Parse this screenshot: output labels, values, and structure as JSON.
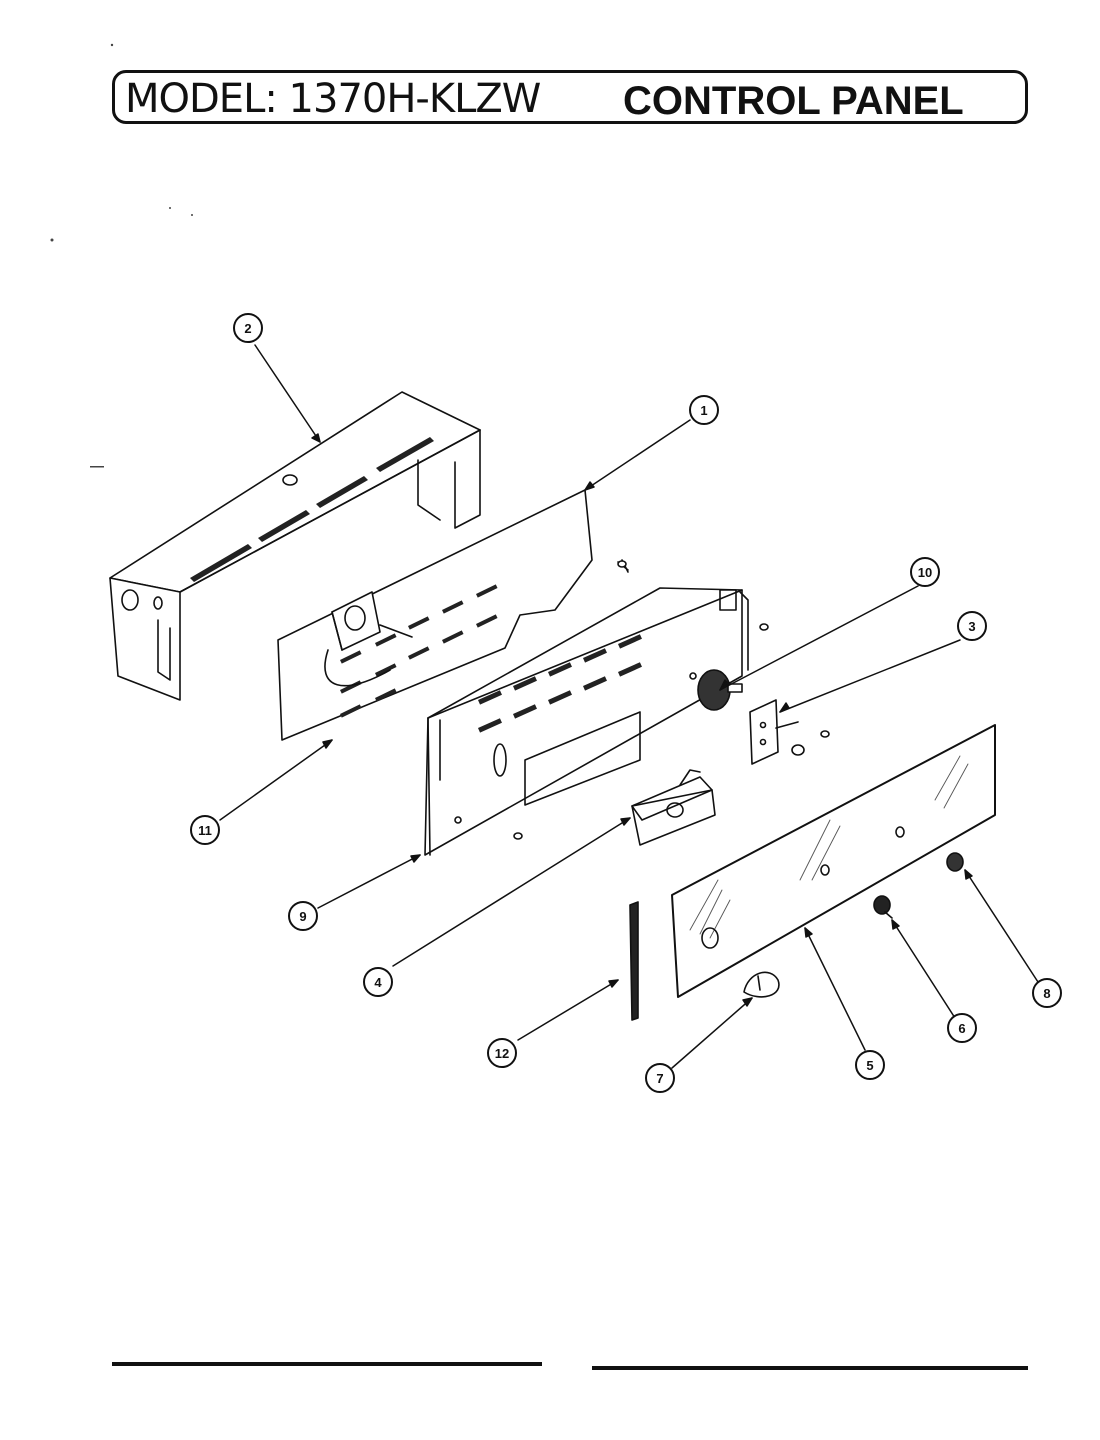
{
  "header": {
    "model": "MODEL: 1370H-KLZW",
    "title": "CONTROL PANEL"
  },
  "callouts": [
    "1",
    "2",
    "3",
    "4",
    "5",
    "6",
    "7",
    "8",
    "9",
    "10",
    "11",
    "12"
  ]
}
